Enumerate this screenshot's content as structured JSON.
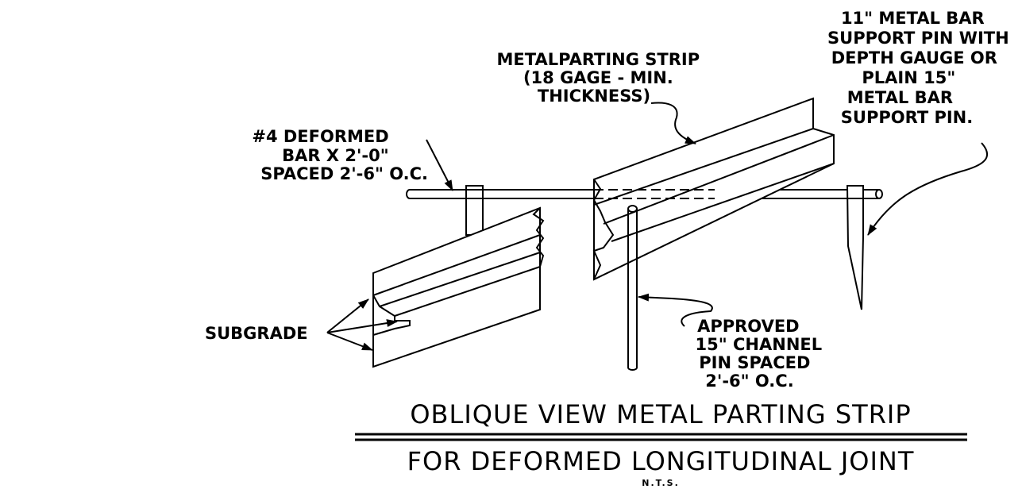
{
  "labels": {
    "deformed_bar": [
      "#4 DEFORMED",
      "BAR X 2'-0\"",
      "SPACED 2'-6\" O.C."
    ],
    "parting_strip": [
      "METALPARTING STRIP",
      "(18 GAGE - MIN.",
      "THICKNESS)"
    ],
    "support_pin": [
      "11\" METAL BAR",
      "SUPPORT PIN WITH",
      "DEPTH GAUGE OR",
      "PLAIN 15\"",
      "METAL BAR",
      "SUPPORT PIN."
    ],
    "subgrade": "SUBGRADE",
    "channel_pin": [
      "APPROVED",
      "15\" CHANNEL",
      "PIN SPACED",
      "2'-6\" O.C."
    ]
  },
  "title": {
    "line1": "OBLIQUE VIEW METAL PARTING STRIP",
    "line2": "FOR DEFORMED LONGITUDINAL JOINT",
    "scale": "N.T.S."
  }
}
